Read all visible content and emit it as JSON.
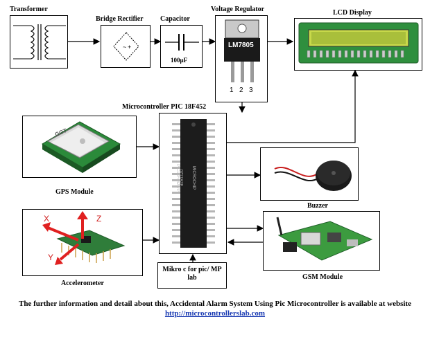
{
  "blocks": {
    "transformer": "Transformer",
    "bridge_rectifier": "Bridge Rectifier",
    "capacitor": "Capacitor",
    "capacitor_value": "100μF",
    "voltage_regulator": "Voltage Regulator",
    "regulator_part": "LM7805",
    "regulator_pins": [
      "1",
      "2",
      "3"
    ],
    "lcd_display": "LCD Display",
    "microcontroller": "Microcontroller PIC 18F452",
    "gps_module": "GPS Module",
    "buzzer": "Buzzer",
    "accelerometer": "Accelerometer",
    "mikro_c": "Mikro c for pic/ MP lab",
    "gsm_module": "GSM Module"
  },
  "chip_text": [
    "PIC18F452-I/P",
    "0717A2E",
    "MICROCHIP"
  ],
  "axes": {
    "x": "X",
    "y": "Y",
    "z": "Z"
  },
  "gps_logo": "GOT",
  "footer": {
    "text": "The further information and detail about this, Accidental Alarm System Using Pic Microcontroller is available at website",
    "link": "http://microcontrollerslab.com"
  }
}
